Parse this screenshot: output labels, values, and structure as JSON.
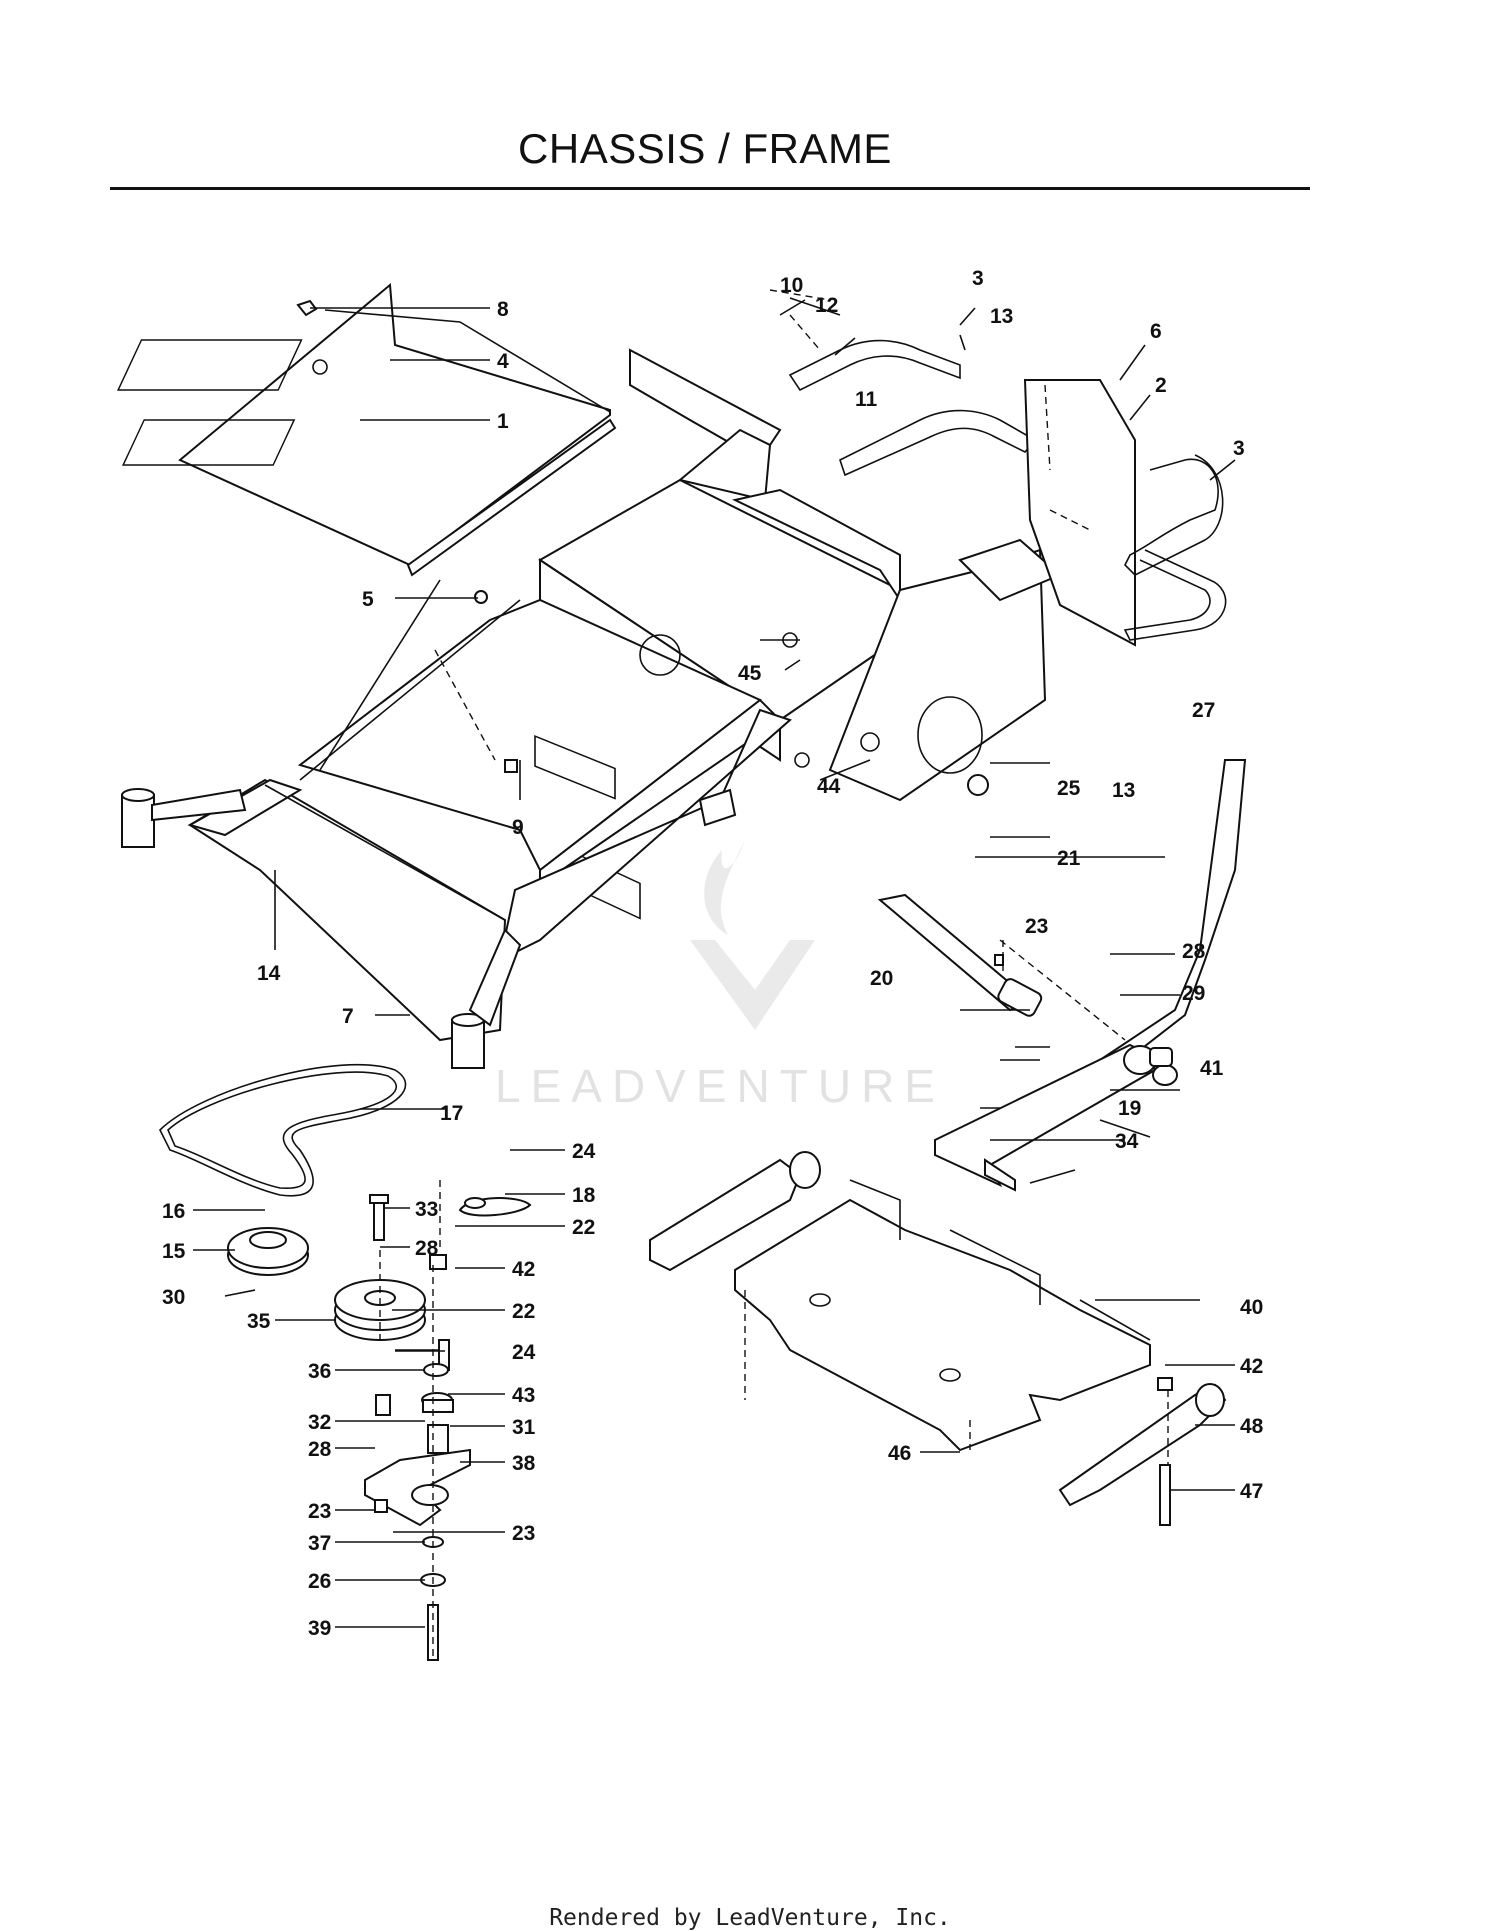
{
  "title": "CHASSIS / FRAME",
  "footer": "Rendered by LeadVenture, Inc.",
  "watermark": "LEADVENTURE",
  "callouts": [
    "1",
    "2",
    "3",
    "3",
    "4",
    "5",
    "6",
    "7",
    "8",
    "9",
    "10",
    "11",
    "12",
    "13",
    "13",
    "14",
    "15",
    "16",
    "17",
    "18",
    "19",
    "20",
    "21",
    "22",
    "22",
    "23",
    "23",
    "23",
    "23",
    "24",
    "24",
    "25",
    "26",
    "27",
    "28",
    "28",
    "28",
    "29",
    "30",
    "31",
    "32",
    "33",
    "34",
    "35",
    "36",
    "37",
    "38",
    "39",
    "40",
    "41",
    "42",
    "42",
    "43",
    "44",
    "45",
    "46",
    "47",
    "48"
  ]
}
